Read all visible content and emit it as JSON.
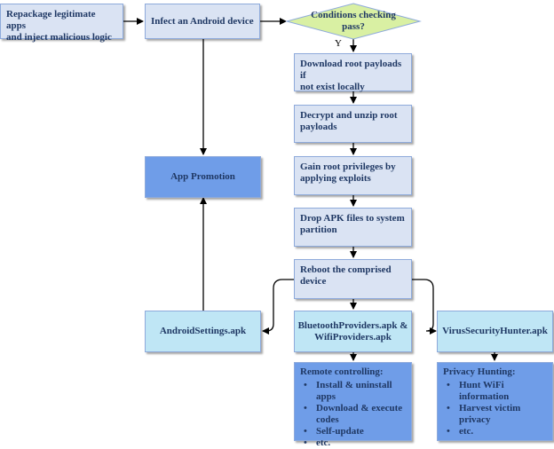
{
  "nodes": {
    "repackage": [
      "Repackage legitimate apps",
      "and inject malicious logic"
    ],
    "infect": "Infect an Android device",
    "conditions": [
      "Conditions checking",
      "pass?"
    ],
    "yes_label": "Y",
    "download": [
      "Download root payloads if",
      "not exist locally"
    ],
    "decrypt": [
      "Decrypt and unzip root",
      "payloads"
    ],
    "gainroot": [
      "Gain root privileges by",
      "applying exploits"
    ],
    "drop": [
      "Drop APK files to system",
      "partition"
    ],
    "reboot": [
      "Reboot the comprised",
      "device"
    ],
    "app_promotion": "App Promotion",
    "android_settings": "AndroidSettings.apk",
    "bt_wifi": [
      "BluetoothProviders.apk &",
      "WifiProviders.apk"
    ],
    "virus_hunter": "VirusSecurityHunter.apk",
    "remote": {
      "title": "Remote controlling:",
      "items": [
        "Install & uninstall apps",
        "Download & execute",
        "codes",
        "Self-update",
        "etc."
      ]
    },
    "privacy": {
      "title": "Privacy Hunting:",
      "items": [
        "Hunt WiFi information",
        "Harvest victim privacy",
        "etc."
      ]
    }
  },
  "colors": {
    "light_box": "#dae3f3",
    "promo_box": "#6f9de8",
    "apk_box": "#bfe6f5",
    "decision": "#d9f0a3",
    "arrow": "#000000"
  }
}
